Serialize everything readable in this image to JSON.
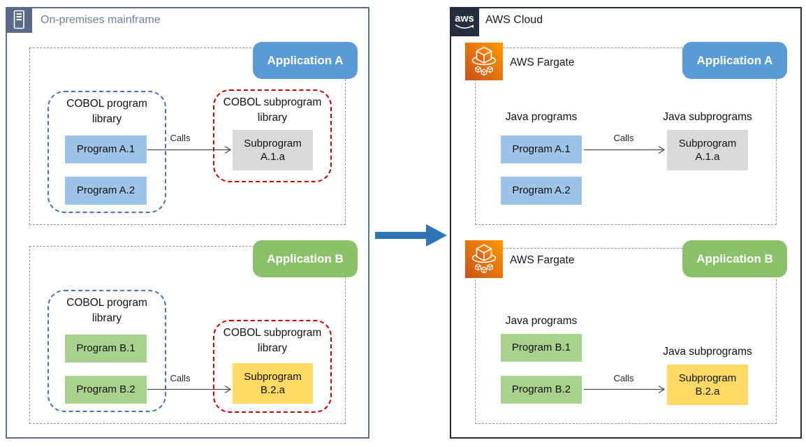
{
  "left_group": {
    "title": "On-premises mainframe",
    "app_a": {
      "badge": "Application A",
      "program_library_title": "COBOL program library",
      "programs": [
        "Program A.1",
        "Program A.2"
      ],
      "subprogram_library_title": "COBOL subprogram library",
      "subprogram": "Subprogram A.1.a",
      "calls": "Calls"
    },
    "app_b": {
      "badge": "Application B",
      "program_library_title": "COBOL program library",
      "programs": [
        "Program B.1",
        "Program B.2"
      ],
      "subprogram_library_title": "COBOL subprogram library",
      "subprogram": "Subprogram B.2.a",
      "calls": "Calls"
    }
  },
  "right_group": {
    "title": "AWS Cloud",
    "app_a": {
      "service": "AWS Fargate",
      "badge": "Application A",
      "programs_title": "Java programs",
      "programs": [
        "Program A.1",
        "Program A.2"
      ],
      "subprograms_title": "Java subprograms",
      "subprogram": "Subprogram A.1.a",
      "calls": "Calls"
    },
    "app_b": {
      "service": "AWS Fargate",
      "badge": "Application B",
      "programs_title": "Java programs",
      "programs": [
        "Program B.1",
        "Program B.2"
      ],
      "subprograms_title": "Java subprograms",
      "subprogram": "Subprogram B.2.a",
      "calls": "Calls"
    }
  },
  "icons": {
    "mainframe": "on-premises-mainframe-icon",
    "aws_logo": "aws-logo-icon",
    "fargate": "aws-fargate-icon",
    "migration_arrow": "migration-arrow-right"
  },
  "colors": {
    "app_a_badge": "#5B9BD5",
    "app_b_badge": "#8BC16B",
    "program_blue": "#9DC3E6",
    "program_green": "#A9D18E",
    "subprogram_gray": "#D9D9D9",
    "subprogram_yellow": "#FFD966",
    "aws_dark": "#232F3E",
    "fargate_orange_dark": "#C8511B",
    "fargate_orange_bright": "#FF9900",
    "mainframe_slate": "#5A6B87",
    "migration_arrow_blue": "#2E75B6",
    "container_dash": "#8496B0",
    "library_blue_dash": "#4472C4",
    "library_red_dash": "#C00000"
  }
}
